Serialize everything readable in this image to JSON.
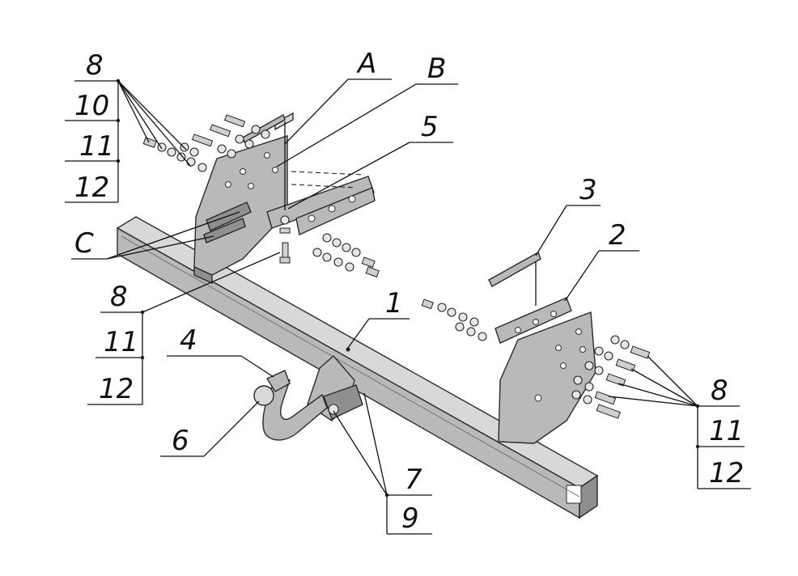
{
  "callouts": {
    "c1": "1",
    "c2": "2",
    "c3": "3",
    "c4": "4",
    "c5": "5",
    "c6": "6",
    "cA": "A",
    "cB": "B",
    "cC": "C",
    "left_stack": [
      "8",
      "10",
      "11",
      "12"
    ],
    "left_mid_stack": [
      "8",
      "11",
      "12"
    ],
    "right_stack": [
      "8",
      "11",
      "12"
    ],
    "bottom_stack": [
      "7",
      "9"
    ]
  },
  "colors": {
    "steel": "#b9b9b9",
    "steel_dark": "#8f8f8f",
    "ink": "#111111"
  }
}
